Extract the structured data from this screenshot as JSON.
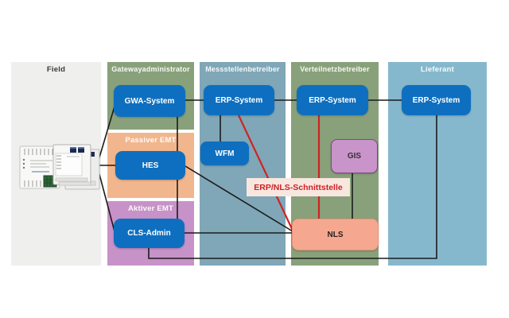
{
  "diagram": {
    "type": "system-architecture-diagram",
    "background": "#ffffff"
  },
  "columns": {
    "field": {
      "label": "Field",
      "color": "#efefee",
      "label_color": "#3a3a3a"
    },
    "gateway_admin": {
      "label": "Gatewayadministrator",
      "color": "#88a17b"
    },
    "passiver_emt": {
      "label": "Passiver EMT",
      "color": "#f2b68e"
    },
    "aktiver_emt": {
      "label": "Aktiver EMT",
      "color": "#c792c8"
    },
    "messstellenbetreiber": {
      "label": "Messstellenbetreiber",
      "color": "#7fa7b7"
    },
    "verteilnetzbetreiber": {
      "label": "Verteilnetzbetreiber",
      "color": "#88a17b"
    },
    "lieferant": {
      "label": "Lieferant",
      "color": "#86b8cd"
    }
  },
  "nodes": {
    "gwa": {
      "label": "GWA-System",
      "color": "#0e6fc0"
    },
    "erp_msb": {
      "label": "ERP-System",
      "color": "#0e6fc0"
    },
    "erp_vnb": {
      "label": "ERP-System",
      "color": "#0e6fc0"
    },
    "erp_lief": {
      "label": "ERP-System",
      "color": "#0e6fc0"
    },
    "wfm": {
      "label": "WFM",
      "color": "#0e6fc0"
    },
    "hes": {
      "label": "HES",
      "color": "#0e6fc0"
    },
    "cls_admin": {
      "label": "CLS-Admin",
      "color": "#0e6fc0"
    },
    "gis": {
      "label": "GIS",
      "color": "#c994ca"
    },
    "nls": {
      "label": "NLS",
      "color": "#f5a88f"
    }
  },
  "annotations": {
    "erp_nls_interface": {
      "label": "ERP/NLS-Schnittstelle",
      "text_color": "#cd2026",
      "bg_color": "#f8e7de"
    }
  },
  "edges": [
    {
      "from": "GWA-System",
      "to": "ERP-System (Messstellenbetreiber)",
      "color": "black"
    },
    {
      "from": "ERP-System (Messstellenbetreiber)",
      "to": "ERP-System (Verteilnetzbetreiber)",
      "color": "black"
    },
    {
      "from": "ERP-System (Verteilnetzbetreiber)",
      "to": "ERP-System (Lieferant)",
      "color": "black"
    },
    {
      "from": "ERP-System (Messstellenbetreiber)",
      "to": "WFM",
      "color": "black"
    },
    {
      "from": "GWA-System",
      "to": "HES",
      "color": "black"
    },
    {
      "from": "HES",
      "to": "CLS-Admin",
      "color": "black"
    },
    {
      "from": "Field devices",
      "to": "GWA-System",
      "color": "black"
    },
    {
      "from": "Field devices",
      "to": "HES",
      "color": "black"
    },
    {
      "from": "Field devices",
      "to": "CLS-Admin",
      "color": "black"
    },
    {
      "from": "HES",
      "to": "NLS",
      "color": "black"
    },
    {
      "from": "CLS-Admin",
      "to": "NLS",
      "color": "black"
    },
    {
      "from": "GIS",
      "to": "NLS",
      "color": "black"
    },
    {
      "from": "CLS-Admin",
      "to": "ERP-System (Lieferant)",
      "color": "black"
    },
    {
      "from": "ERP-System (Messstellenbetreiber)",
      "to": "NLS",
      "color": "red"
    },
    {
      "from": "ERP-System (Verteilnetzbetreiber)",
      "to": "NLS",
      "color": "red"
    }
  ],
  "line_colors": {
    "black": "#1b1b1b",
    "red": "#cf2424"
  }
}
